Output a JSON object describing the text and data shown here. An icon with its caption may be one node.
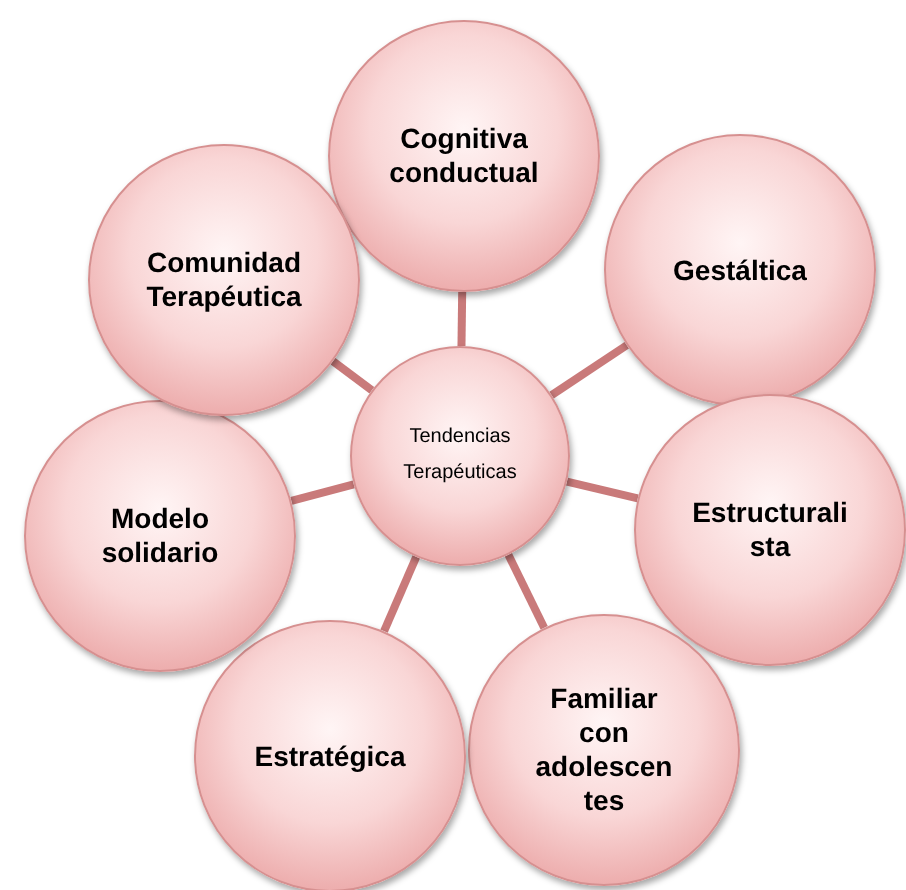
{
  "diagram": {
    "nodes": [
      {
        "text": [
          "Tendencias Terapéuticas"
        ]
      },
      {
        "text": [
          "Cognitiva conductual"
        ]
      },
      {
        "text": [
          "Gestáltica"
        ]
      },
      {
        "text": [
          "Estructuralista"
        ]
      },
      {
        "text": [
          "Familiar con adolescentes"
        ]
      },
      {
        "text": [
          "Estratégica"
        ]
      },
      {
        "text": [
          "Modelo solidario"
        ]
      },
      {
        "text": [
          "Comunidad Terapéutica"
        ]
      }
    ],
    "edges": [
      {
        "from": 0,
        "to": 1,
        "arrow": "none"
      },
      {
        "from": 0,
        "to": 2,
        "arrow": "none"
      },
      {
        "from": 0,
        "to": 3,
        "arrow": "none"
      },
      {
        "from": 0,
        "to": 4,
        "arrow": "none"
      },
      {
        "from": 0,
        "to": 5,
        "arrow": "none"
      },
      {
        "from": 0,
        "to": 6,
        "arrow": "none"
      },
      {
        "from": 0,
        "to": 7,
        "arrow": "none"
      }
    ]
  }
}
